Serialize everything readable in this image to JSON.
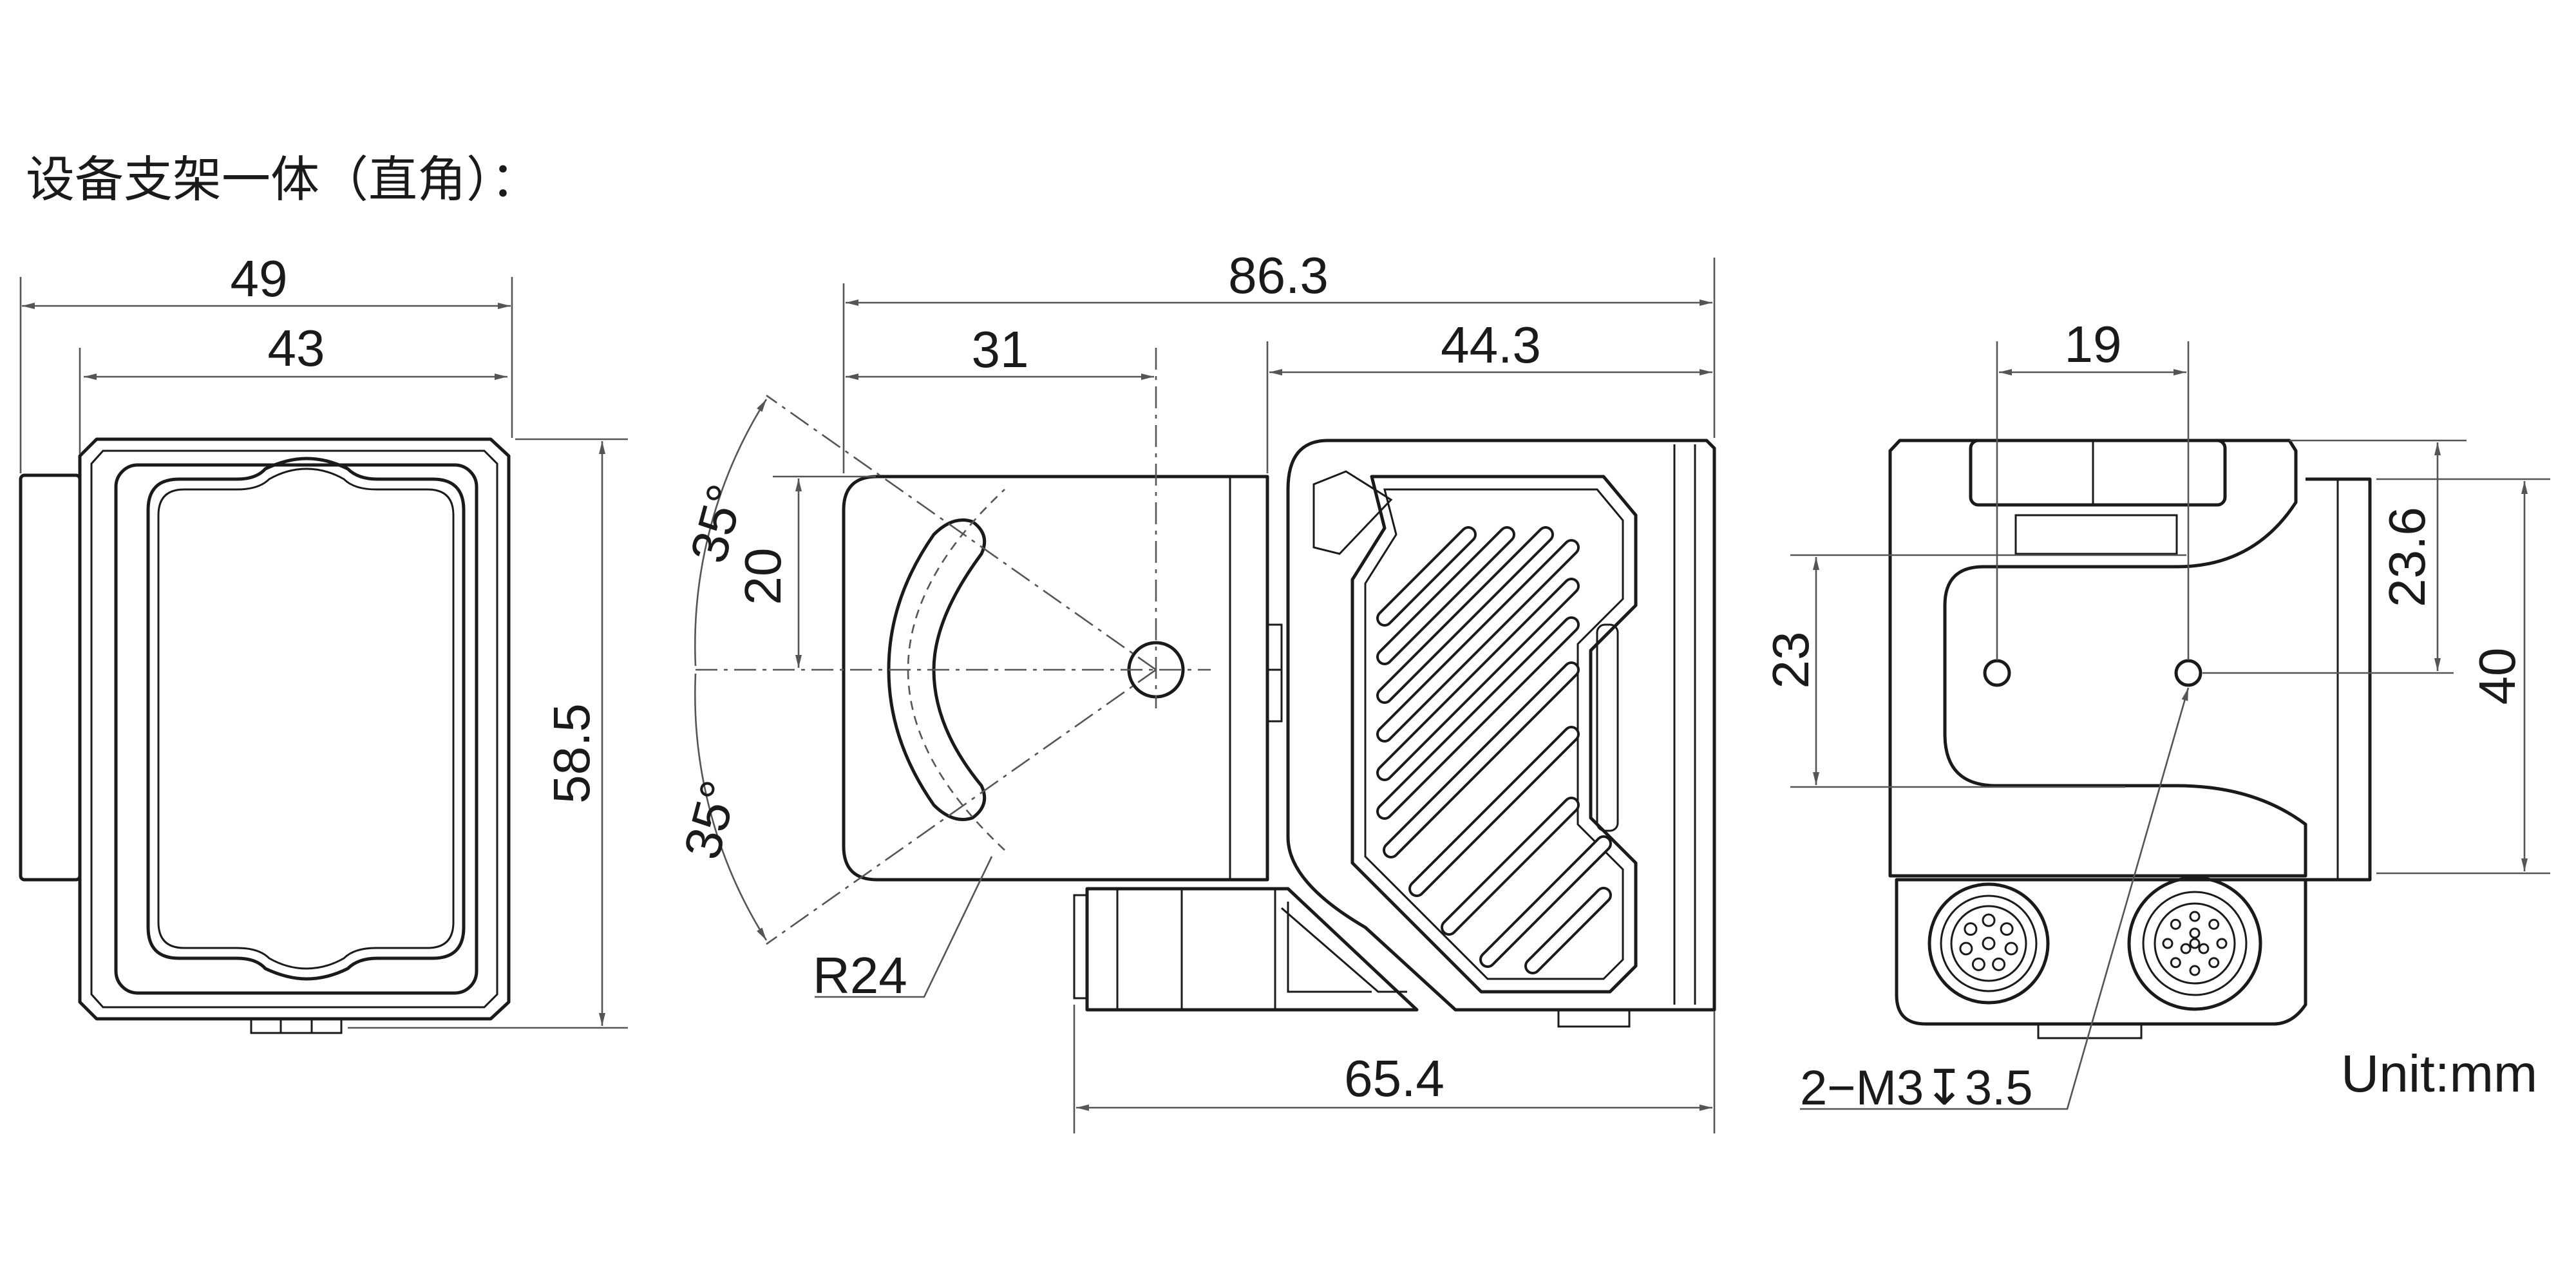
{
  "title": "设备支架一体（直角）：",
  "unit_label": "Unit:mm",
  "front_view": {
    "dim_overall_width": "49",
    "dim_inner_width": "43",
    "dim_height": "58.5"
  },
  "side_view": {
    "dim_total_length": "86.3",
    "dim_bracket_to_pivot": "31",
    "dim_body_length": "44.3",
    "dim_slot_height": "20",
    "angle_upper": "35°",
    "angle_lower": "35°",
    "radius_label": "R24",
    "dim_bottom_length": "65.4"
  },
  "back_view": {
    "dim_hole_spacing": "19",
    "dim_hole_height": "23",
    "dim_top_offset": "23.6",
    "dim_plate_height": "40",
    "thread_label": "2−M3↧3.5"
  }
}
